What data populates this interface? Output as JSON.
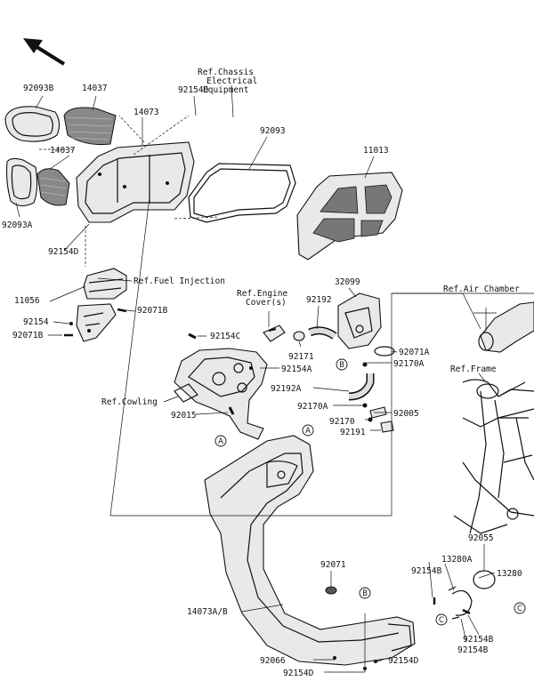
{
  "parts": {
    "p92093b": "92093B",
    "p14037a": "14037",
    "p14073": "14073",
    "p14037b": "14037",
    "p92093a": "92093A",
    "p92154d_a": "92154D",
    "p92154d_top": "92154D",
    "p92093": "92093",
    "p11013": "11013",
    "p11056": "11056",
    "p92154": "92154",
    "p92071b_a": "92071B",
    "p92071b_b": "92071B",
    "p92154c": "92154C",
    "p32099": "32099",
    "p92192": "92192",
    "p92171": "92171",
    "p92071a": "92071A",
    "p92170a_a": "92170A",
    "p92154a": "92154A",
    "p92192a": "92192A",
    "p92170a_b": "92170A",
    "p92005": "92005",
    "p92170": "92170",
    "p92191": "92191",
    "p92015": "92015",
    "p92055": "92055",
    "p92071": "92071",
    "p13280a": "13280A",
    "p92154b_a": "92154B",
    "p13280": "13280",
    "p14073ab": "14073A/B",
    "p92154b_b": "92154B",
    "p92154b_c": "92154B",
    "p92066": "92066",
    "p92154d_b": "92154D",
    "p92154d_c": "92154D"
  },
  "refs": {
    "chassis_1": "Ref.Chassis",
    "chassis_2": "Electrical",
    "chassis_3": "Equipment",
    "fuel": "Ref.Fuel Injection",
    "engine_1": "Ref.Engine",
    "engine_2": "Cover(s)",
    "air": "Ref.Air Chamber",
    "frame": "Ref.Frame",
    "cowling": "Ref.Cowling"
  },
  "markers": {
    "a1": "A",
    "a2": "A",
    "b1": "B",
    "b2": "B",
    "c1": "C",
    "c2": "C"
  }
}
